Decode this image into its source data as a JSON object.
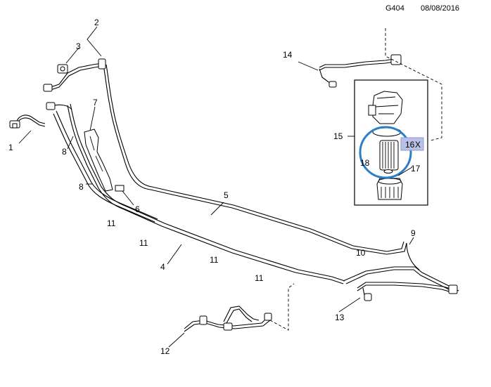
{
  "header": {
    "code": "G404",
    "date": "08/08/2016"
  },
  "callouts": {
    "c1": "1",
    "c2": "2",
    "c3": "3",
    "c4": "4",
    "c5": "5",
    "c6": "6",
    "c7": "7",
    "c8a": "8",
    "c8b": "8",
    "c9": "9",
    "c10": "10",
    "c11a": "11",
    "c11b": "11",
    "c11c": "11",
    "c11d": "11",
    "c12": "12",
    "c13": "13",
    "c14": "14",
    "c15": "15",
    "c16": "16",
    "c16x": "X",
    "c17": "17",
    "c18": "18"
  },
  "colors": {
    "highlight": "#2a7fc7",
    "badge": "#b9c2e6",
    "line": "#000000"
  }
}
